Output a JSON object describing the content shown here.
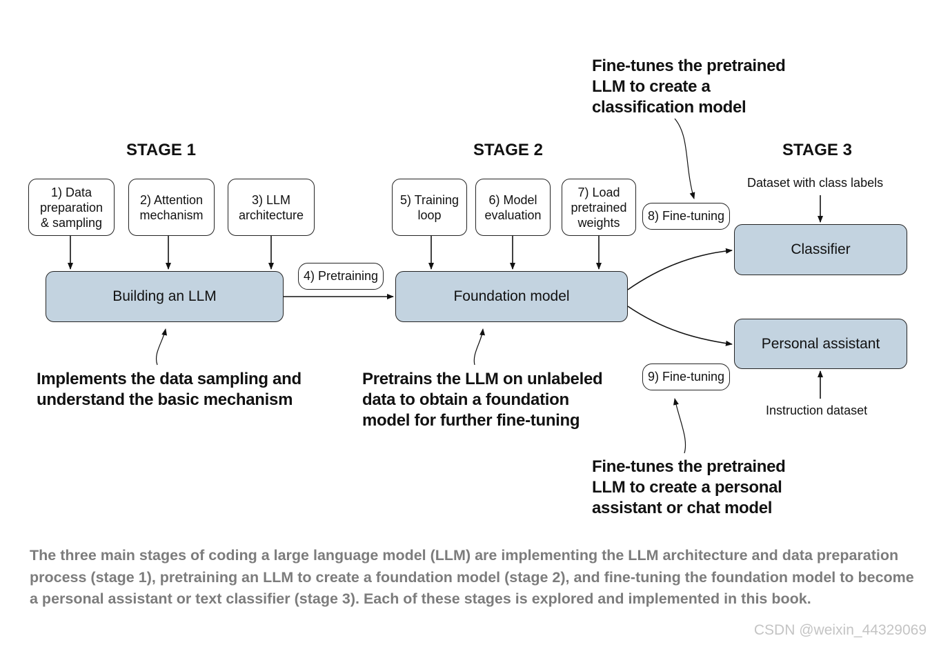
{
  "stages": [
    "STAGE 1",
    "STAGE 2",
    "STAGE 3"
  ],
  "steps": {
    "s1": "1) Data\npreparation\n& sampling",
    "s2": "2) Attention\nmechanism",
    "s3": "3) LLM\narchitecture",
    "s4": "4) Pretraining",
    "s5": "5) Training\nloop",
    "s6": "6) Model\nevaluation",
    "s7": "7) Load\npretrained\nweights",
    "s8": "8) Fine-tuning",
    "s9": "9) Fine-tuning"
  },
  "boxes": {
    "building": "Building an LLM",
    "foundation": "Foundation model",
    "classifier": "Classifier",
    "assistant": "Personal assistant"
  },
  "inputs": {
    "class_labels": "Dataset with class labels",
    "instruction": "Instruction dataset"
  },
  "annotations": {
    "stage1": "Implements the data sampling and\nunderstand the basic mechanism",
    "stage2": "Pretrains the LLM on unlabeled\ndata to obtain a foundation\nmodel for further fine-tuning",
    "classification": "Fine-tunes the pretrained\nLLM to create a\nclassification model",
    "assistant": "Fine-tunes the pretrained\nLLM to create a personal\nassistant or chat model"
  },
  "caption": "The three main stages of coding a large language model (LLM) are implementing the LLM architecture and data preparation process (stage 1), pretraining an LLM to create a foundation model (stage 2), and fine-tuning the foundation model to become a personal assistant or text classifier (stage 3). Each of these stages is explored and implemented in this book.",
  "watermark": "CSDN @weixin_44329069",
  "colors": {
    "box_fill": "#c3d3e0",
    "stroke": "#222222",
    "caption_text": "#7c7c7c"
  }
}
